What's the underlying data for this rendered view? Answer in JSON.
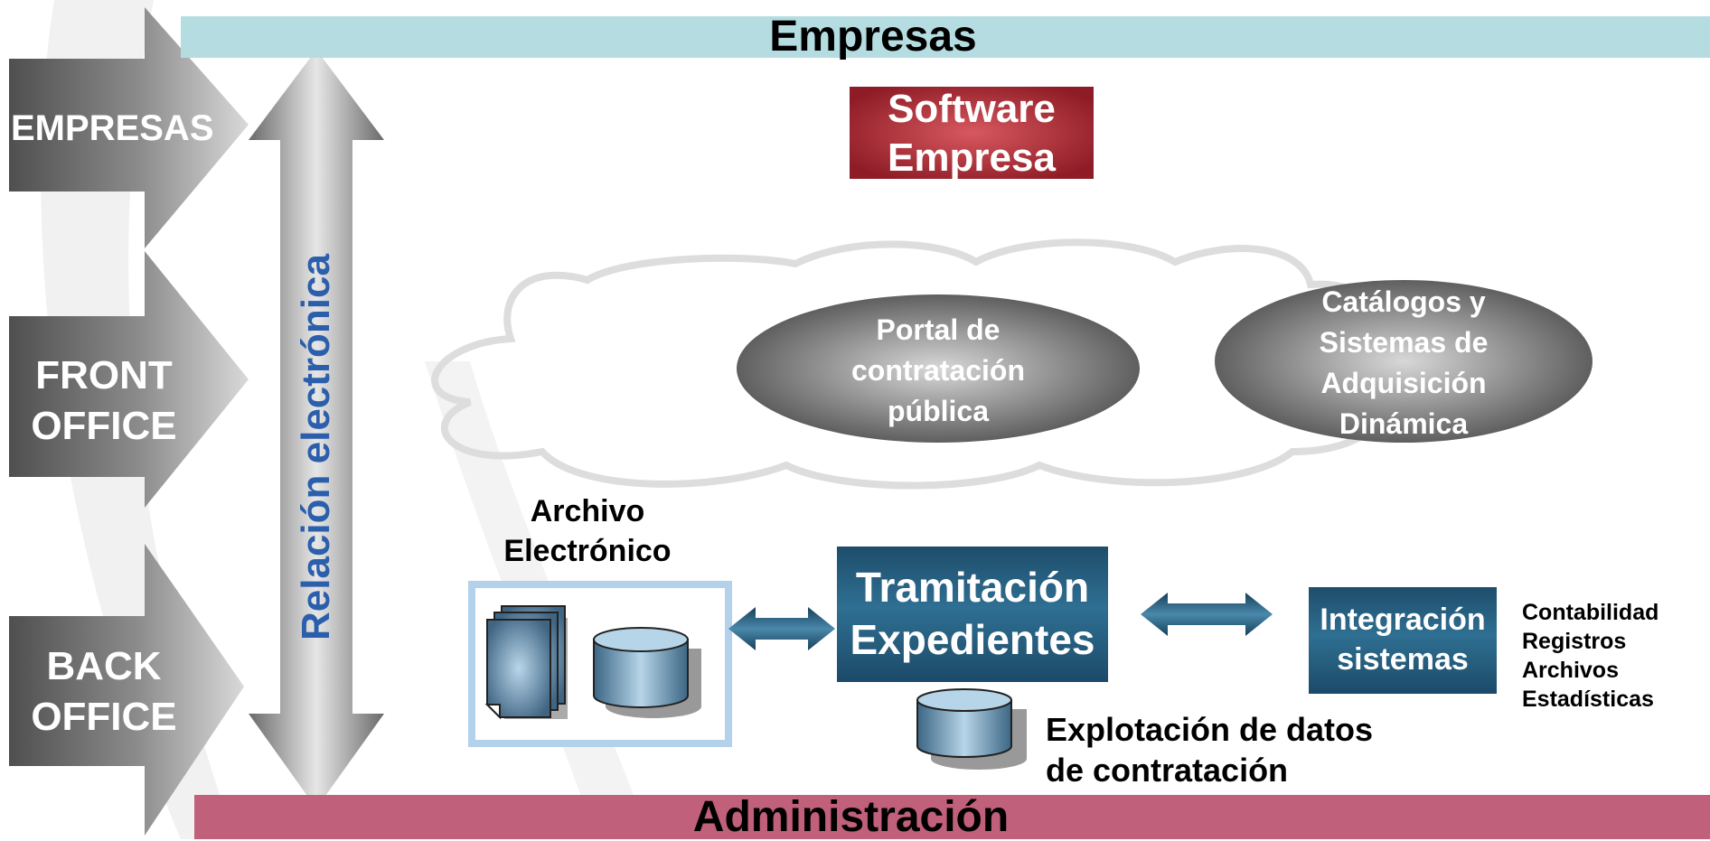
{
  "top_bar": {
    "label": "Empresas",
    "color": "#b5dde1"
  },
  "bottom_bar": {
    "label": "Administración",
    "color": "#c0607a"
  },
  "left_column": {
    "empresas": "EMPRESAS",
    "front_office": [
      "FRONT",
      "OFFICE"
    ],
    "back_office": [
      "BACK",
      "OFFICE"
    ]
  },
  "vertical_arrow": {
    "label": "Relación electrónica",
    "label_color": "#2b5fab"
  },
  "software_box": {
    "lines": [
      "Software",
      "Empresa"
    ],
    "color": "#9e2a35"
  },
  "cloud": {
    "portal": [
      "Portal de",
      "contratación",
      "pública"
    ],
    "catalogos": [
      "Catálogos y",
      "Sistemas de",
      "Adquisición",
      "Dinámica"
    ]
  },
  "archivo": {
    "title": [
      "Archivo",
      "Electrónico"
    ],
    "frame_color": "#b3d1ea"
  },
  "tramitacion": {
    "lines": [
      "Tramitación",
      "Expedientes"
    ]
  },
  "integracion": {
    "lines": [
      "Integración",
      "sistemas"
    ]
  },
  "integration_list": [
    "Contabilidad",
    "Registros",
    "Archivos",
    "Estadísticas"
  ],
  "explotacion": [
    "Explotación de datos",
    "de contratación"
  ]
}
